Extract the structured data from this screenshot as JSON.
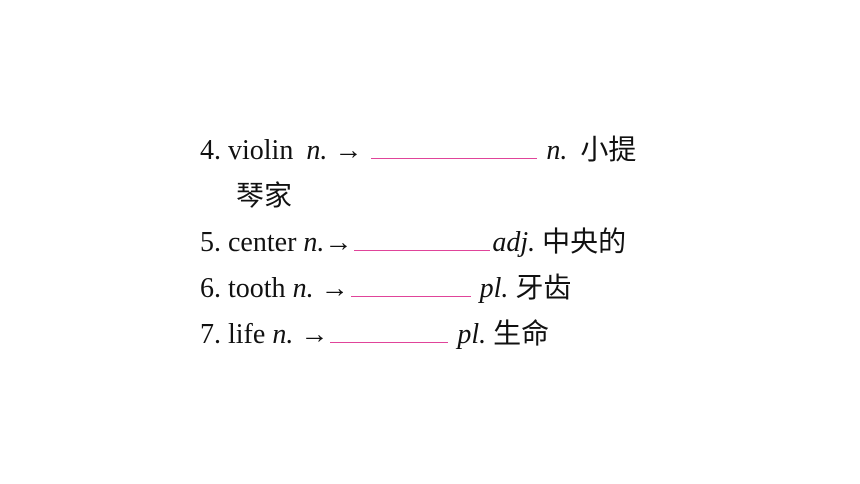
{
  "items": [
    {
      "number": "4.",
      "word": "violin",
      "pos": "n.",
      "arrow": "→",
      "answer_pos": "n.",
      "meaning_line1": "小提",
      "meaning_line2": "琴家"
    },
    {
      "number": "5.",
      "word": "center",
      "pos": "n.",
      "arrow": "→",
      "answer_pos": "adj.",
      "meaning": "中央的"
    },
    {
      "number": "6.",
      "word": "tooth",
      "pos": "n.",
      "arrow": "→",
      "answer_pos": "pl.",
      "meaning": "牙齿"
    },
    {
      "number": "7.",
      "word": "life",
      "pos": "n.",
      "arrow": "→",
      "answer_pos": "pl.",
      "meaning": "生命"
    }
  ],
  "colors": {
    "blank_underline": "#e0449a",
    "text": "#111111",
    "background": "#ffffff"
  }
}
